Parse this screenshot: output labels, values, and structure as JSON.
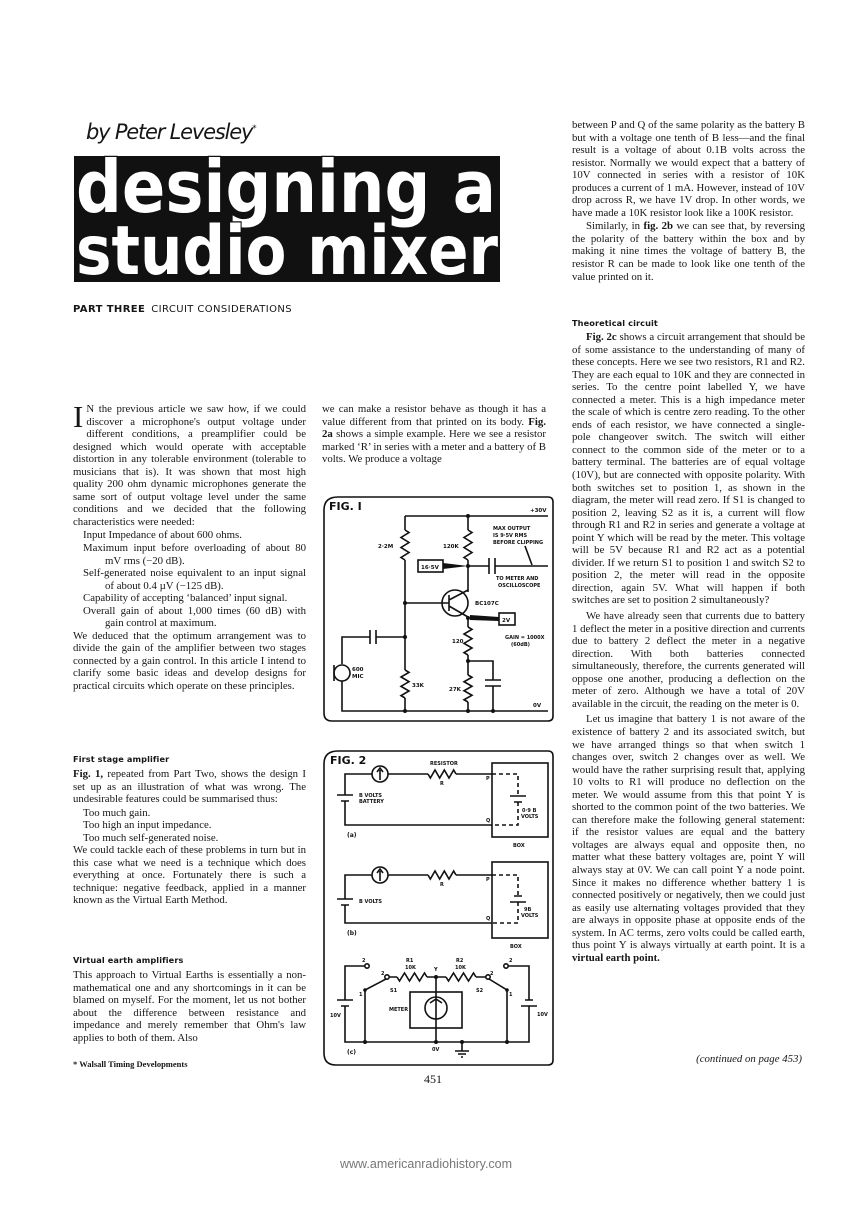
{
  "header": {
    "byline": "by Peter Levesley",
    "byline_mark": "*",
    "title_line1": "designing a",
    "title_line2": "studio mixer",
    "part": "PART THREE",
    "subtitle": "CIRCUIT CONSIDERATIONS"
  },
  "left_column": {
    "drop_cap": "I",
    "intro": "N the previous article we saw how, if we could discover a microphone's output voltage under different conditions, a preamplifier could be designed which would operate with acceptable distortion in any tolerable environment (tolerable to musicians that is). It was shown that most high quality 200 ohm dynamic microphones generate the same sort of output voltage level under the same conditions and we decided that the following characteristics were needed:",
    "requirements": [
      "Input Impedance of about 600 ohms.",
      "Maximum input before overloading of about 80 mV rms (−20 dB).",
      "Self-generated noise equivalent to an input signal of about 0.4 µV (−125 dB).",
      "Capability of accepting ‘balanced’ input signal.",
      "Overall gain of about 1,000 times (60 dB) with gain control at maximum."
    ],
    "deduction": "We deduced that the optimum arrangement was to divide the gain of the amplifier between two stages connected by a gain control. In this article I intend to clarify some basic ideas and develop designs for practical circuits which operate on these principles.",
    "heading_first_stage": "First stage amplifier",
    "fig1_lead": "Fig. 1,",
    "fig1_text": " repeated from Part Two, shows the design I set up as an illustration of what was wrong.  The undesirable features could be summarised thus:",
    "problems": [
      "Too much gain.",
      "Too high an input impedance.",
      "Too much self-generated noise."
    ],
    "technique": "We could tackle each of these problems in turn but in this case what we need is a technique which does everything at once.  Fortunately there is such a technique: negative feedback, applied in a manner known as the Virtual Earth Method.",
    "heading_virtual_earth": "Virtual earth amplifiers",
    "approach": "This approach to Virtual Earths is essentially a non-mathematical one and any shortcomings in it can be blamed on myself.  For the moment, let us not bother about the difference between resistance and impedance and merely remember that Ohm's law applies to both of them.  Also",
    "footnote": "* Walsall Timing Developments"
  },
  "middle_column": {
    "text1": "we can make a resistor behave as though it has a value different from that printed on its body. ",
    "fig2a_lead": "Fig. 2a",
    "text2": " shows a simple example.  Here we see a resistor marked ‘R’ in series with a meter and a battery of B volts.  We produce a voltage"
  },
  "right_column": {
    "p1": "between P and Q of the same polarity as the battery B but with a voltage one tenth of B less—and the final result is a voltage of about 0.1B volts across the resistor.  Normally we would expect that a battery of 10V connected in series with a resistor of 10K produces a current of 1 mA.  However, instead of 10V drop across R, we have 1V drop.  In other words, we have made a 10K resistor look like a 100K resistor.",
    "p2_pre": "Similarly, in ",
    "p2_lead": "fig. 2b",
    "p2_text": " we can see that, by reversing the polarity of the battery within the box and by making it nine times the voltage of battery B, the resistor R can be made to look like one tenth of the value printed on it.",
    "heading_theoretical": "Theoretical circuit",
    "p3_lead": "Fig. 2c",
    "p3_text": " shows a circuit arrangement that should be of some assistance to the understanding of many of these concepts.  Here we see two resistors, R1 and R2.  They are each equal to 10K and they are connected in series. To the centre point labelled Y, we have connected a meter.  This is a high impedance meter the scale of which is centre zero reading. To the other ends of each resistor, we have connected a single-pole changeover switch. The switch will either connect to the common side of the meter or to a battery terminal.  The batteries are of equal voltage (10V), but are connected with opposite polarity.  With both switches set to position 1, as shown in the diagram, the meter will read zero.  If S1 is changed to position 2, leaving S2 as it is, a current will flow through R1 and R2 in series and generate a voltage at point Y which will be read by the meter.  This voltage will be 5V because R1 and R2 act as a potential divider. If we return S1 to position 1 and switch S2 to position 2, the meter will read in the opposite direction, again 5V.  What will happen if both switches are set to position 2 simultaneously?",
    "p4": "We have already seen that currents due to battery 1 deflect the meter in a positive direction and currents due to battery 2 deflect the meter in a negative direction.  With both batteries connected simultaneously, therefore, the currents generated will oppose one another, producing a deflection on the meter of zero. Although we have a total of 20V available in the circuit, the reading on the meter is 0.",
    "p5_text": "Let us imagine that battery 1 is not aware of the existence of battery 2 and its associated switch, but we have arranged things so that when switch 1 changes over, switch 2 changes over as well.  We would have the rather surprising result that, applying 10 volts to R1 will produce no deflection on the meter.  We would assume from this that point Y is shorted to the common point of the two batteries.  We can therefore make the following general statement: if the resistor values are equal and the battery voltages are always equal and opposite then, no matter what these battery voltages are, point Y will always stay at 0V.  We can call point Y a node point.  Since it makes no difference whether battery 1 is connected positively or negatively, then we could just as easily use alternating voltages provided that they are always in opposite phase at opposite ends of the system.  In AC terms, zero volts could be called earth, thus point Y is always virtually at earth point.  It is a ",
    "p5_bold": "virtual earth point.",
    "continued": "(continued on page 453)"
  },
  "fig1": {
    "title": "FIG. I",
    "supply": "+30V",
    "r_bias_top": "2·2M",
    "r_collector": "120K",
    "collector_voltage": "16·5V",
    "max_output": [
      "MAX OUTPUT",
      "IS 9·5V RMS",
      "BEFORE CLIPPING"
    ],
    "to_meter": [
      "TO METER AND",
      "OSCILLOSCOPE"
    ],
    "transistor": "BC107C",
    "emitter_voltage": "2V",
    "r_emitter": "120",
    "gain": [
      "GAIN = 1000X",
      "(60dB)"
    ],
    "r_bias_bottom": "33K",
    "r_emitter2": "27K",
    "mic": [
      "600",
      "MIC"
    ],
    "ground": "0V"
  },
  "fig2": {
    "title": "FIG. 2",
    "a": {
      "label": "(a)",
      "resistor": "RESISTOR",
      "r": "R",
      "battery": [
        "B VOLTS",
        "BATTERY"
      ],
      "p": "P",
      "q": "Q",
      "box_battery": [
        "0·9 B",
        "VOLTS"
      ],
      "box": "BOX"
    },
    "b": {
      "label": "(b)",
      "r": "R",
      "battery": "B VOLTS",
      "p": "P",
      "q": "Q",
      "box_battery": [
        "9B",
        "VOLTS"
      ],
      "box": "BOX"
    },
    "c": {
      "label": "(c)",
      "r1": [
        "R1",
        "10K"
      ],
      "r2": [
        "R2",
        "10K"
      ],
      "y": "Y",
      "s1": "S1",
      "s2": "S2",
      "meter": "METER",
      "battery_left": "10V",
      "battery_right": "10V",
      "pos1": "1",
      "pos2": "2",
      "ground": "0V"
    }
  },
  "page_number": "451",
  "source_url": "www.americanradiohistory.com"
}
